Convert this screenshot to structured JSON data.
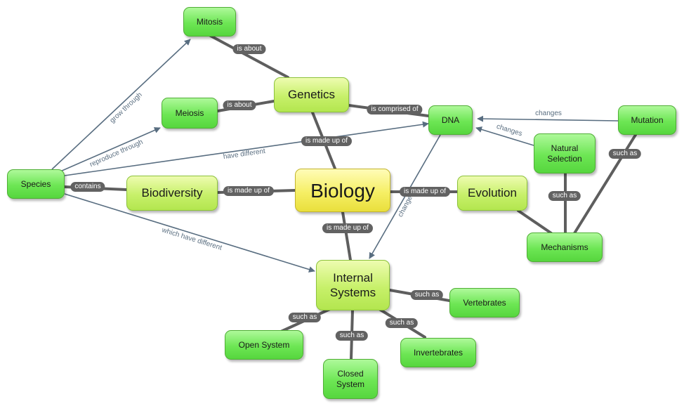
{
  "nodes": {
    "biology": "Biology",
    "genetics": "Genetics",
    "biodiversity": "Biodiversity",
    "evolution": "Evolution",
    "internal_systems": "Internal\nSystems",
    "mitosis": "Mitosis",
    "meiosis": "Meiosis",
    "dna": "DNA",
    "species": "Species",
    "mutation": "Mutation",
    "natural_selection": "Natural\nSelection",
    "mechanisms": "Mechanisms",
    "vertebrates": "Vertebrates",
    "invertebrates": "Invertebrates",
    "open_system": "Open System",
    "closed_system": "Closed\nSystem"
  },
  "links": {
    "mitosis_genetics": "is about",
    "meiosis_genetics": "is about",
    "genetics_dna": "is comprised of",
    "biology_genetics": "is made up of",
    "biology_biodiversity": "is made up of",
    "biology_evolution": "is made up of",
    "biology_internal": "is made up of",
    "species_biodiversity": "contains",
    "mutation_mechanisms": "such as",
    "natural_selection_mechanisms": "such as",
    "internal_vertebrates": "such as",
    "internal_invertebrates": "such as",
    "internal_open": "such as",
    "internal_closed": "such as"
  },
  "arrow_labels": {
    "species_mitosis": "grow through",
    "species_meiosis": "reproduce through",
    "species_dna": "have different",
    "species_internal": "which have different",
    "evolution_internal": "changes",
    "mutation_dna": "changes",
    "natural_selection_dna": "changes"
  },
  "colors": {
    "core_node": "#f3ec5b",
    "topic_node": "#c2ee66",
    "leaf_node": "#6ae651",
    "link_pill": "#626262",
    "arrow_line": "#586d80"
  }
}
